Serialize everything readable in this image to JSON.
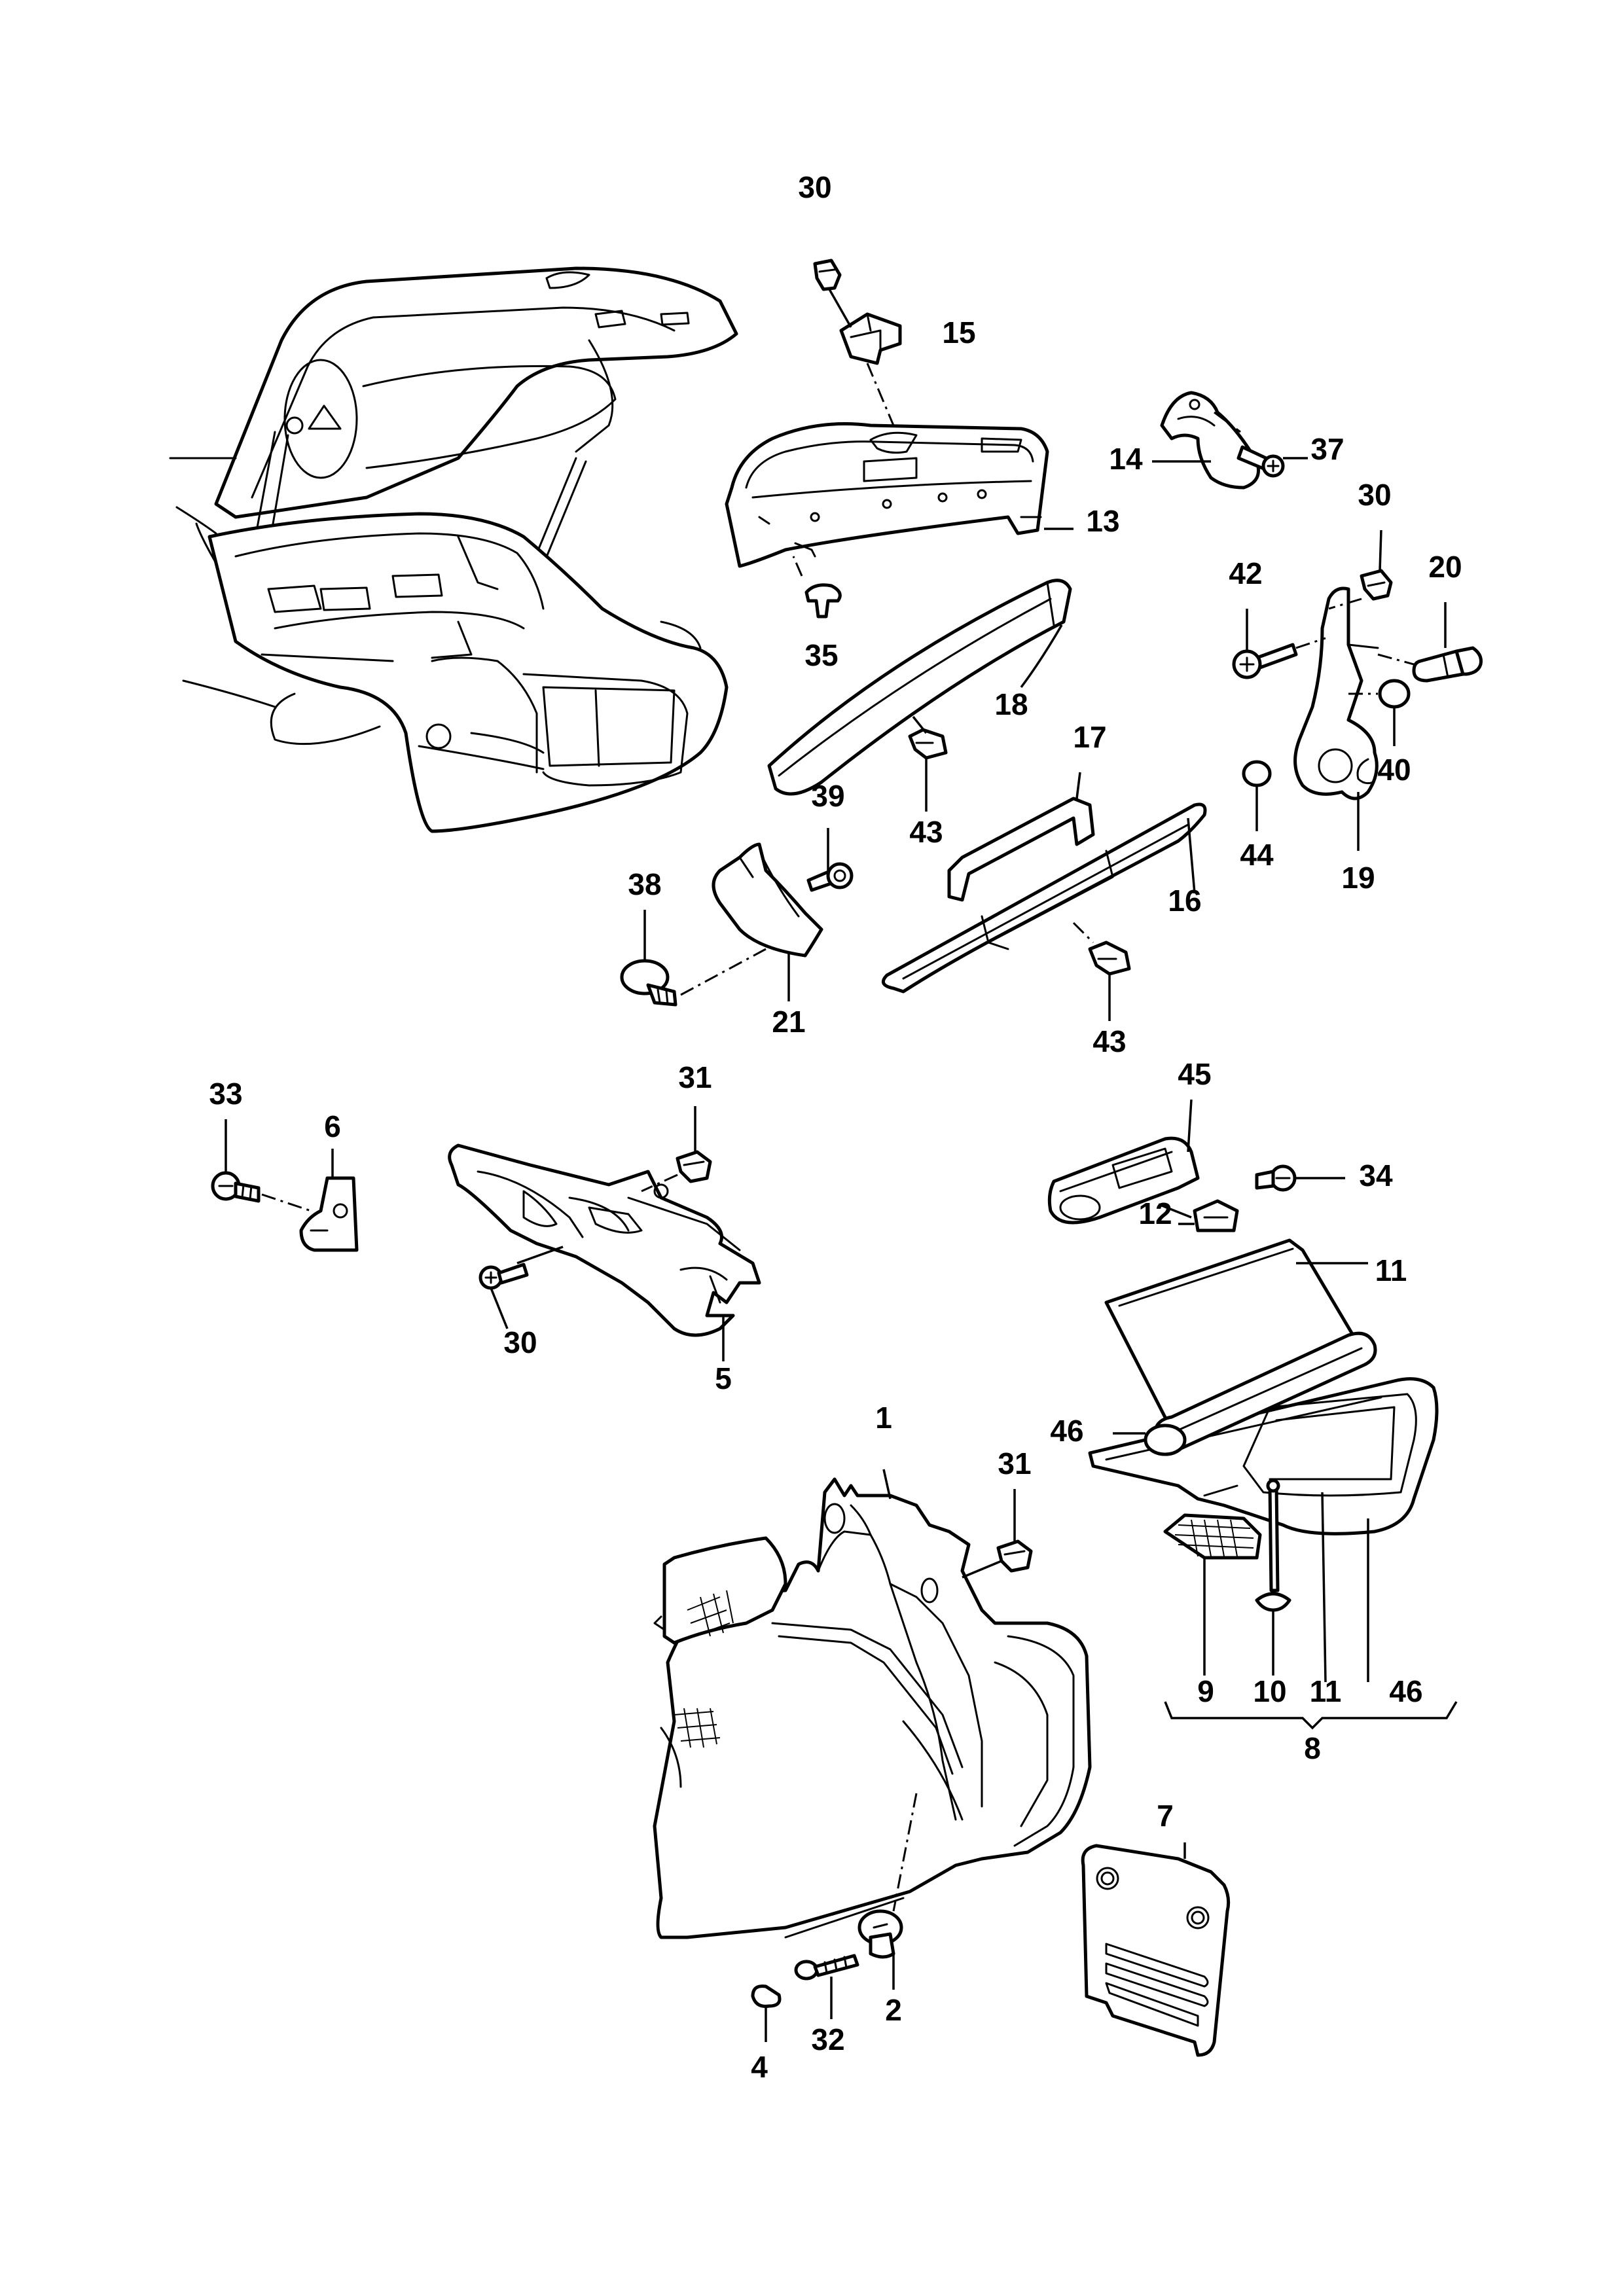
{
  "labels": {
    "p1": "1",
    "p2": "2",
    "p4": "4",
    "p5": "5",
    "p6": "6",
    "p7": "7",
    "p8": "8",
    "p9": "9",
    "p10": "10",
    "p11a": "11",
    "p11b": "11",
    "p12": "12",
    "p13": "13",
    "p14": "14",
    "p15": "15",
    "p16": "16",
    "p17": "17",
    "p18": "18",
    "p19": "19",
    "p20": "20",
    "p21": "21",
    "p30a": "30",
    "p30b": "30",
    "p30c": "30",
    "p31a": "31",
    "p31b": "31",
    "p32": "32",
    "p33": "33",
    "p34": "34",
    "p35": "35",
    "p37": "37",
    "p38": "38",
    "p39": "39",
    "p40": "40",
    "p42": "42",
    "p43a": "43",
    "p43b": "43",
    "p44": "44",
    "p45": "45",
    "p46a": "46",
    "p46b": "46"
  }
}
